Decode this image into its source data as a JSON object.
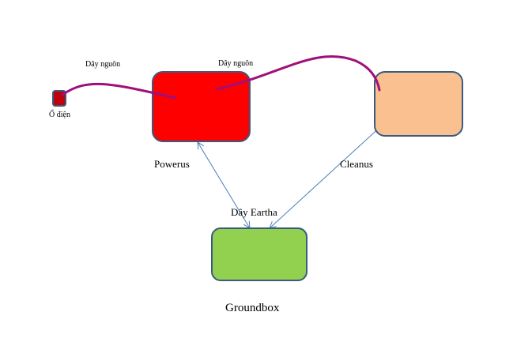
{
  "nodes": {
    "outlet": {
      "label": "Ổ điện",
      "fill": "#c0000a",
      "stroke": "#3a5a80"
    },
    "powerus": {
      "label": "Powerus",
      "fill": "#ff0000",
      "stroke": "#3a5a80"
    },
    "cleanus": {
      "label": "Cleanus",
      "fill": "#fac090",
      "stroke": "#3a5a80"
    },
    "groundbox": {
      "label": "Groundbox",
      "fill": "#92d050",
      "stroke": "#3a5a80"
    }
  },
  "edges": {
    "power_cable_1": {
      "label": "Dây nguôn",
      "color": "#a0107a"
    },
    "power_cable_2": {
      "label": "Dây nguôn",
      "color": "#a0107a"
    },
    "earth_cable": {
      "label": "Dây Eartha",
      "color": "#4a7ebb"
    }
  }
}
